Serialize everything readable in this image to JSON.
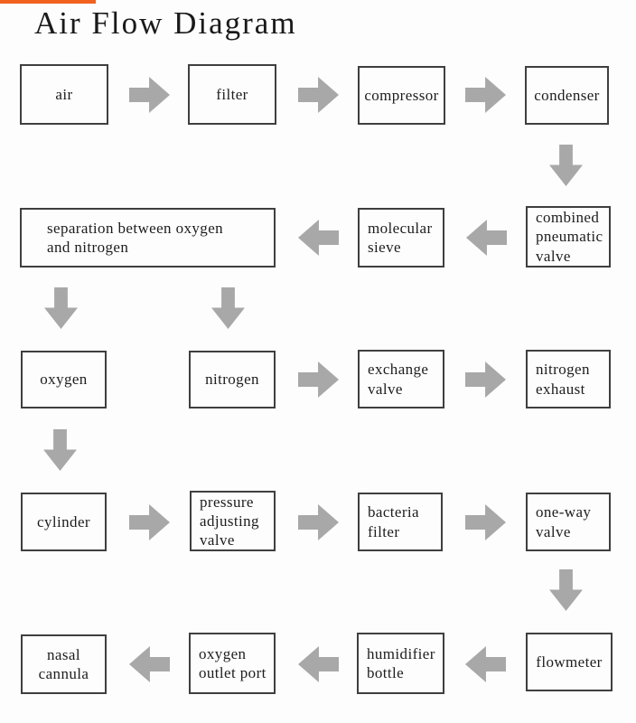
{
  "title": "Air Flow Diagram",
  "accent_bar_color": "#f2611d",
  "colors": {
    "arrow": "#a8a8a8",
    "box_border": "#3f3f3f",
    "text": "#1d1d1d",
    "background": "#fdfdfd"
  },
  "nodes": [
    {
      "id": "air",
      "label": "air"
    },
    {
      "id": "filter",
      "label": "filter"
    },
    {
      "id": "compressor",
      "label": "compressor"
    },
    {
      "id": "condenser",
      "label": "condenser"
    },
    {
      "id": "combined-pneumatic-valve",
      "label": "combined pneumatic valve"
    },
    {
      "id": "molecular-sieve",
      "label": "molecular sieve"
    },
    {
      "id": "separation",
      "label": "separation between oxygen and nitrogen"
    },
    {
      "id": "oxygen",
      "label": "oxygen"
    },
    {
      "id": "nitrogen",
      "label": "nitrogen"
    },
    {
      "id": "exchange-valve",
      "label": "exchange valve"
    },
    {
      "id": "nitrogen-exhaust",
      "label": "nitrogen exhaust"
    },
    {
      "id": "cylinder",
      "label": "cylinder"
    },
    {
      "id": "pressure-adjusting-valve",
      "label": "pressure adjusting valve"
    },
    {
      "id": "bacteria-filter",
      "label": "bacteria filter"
    },
    {
      "id": "one-way-valve",
      "label": "one-way valve"
    },
    {
      "id": "flowmeter",
      "label": "flowmeter"
    },
    {
      "id": "humidifier-bottle",
      "label": "humidifier bottle"
    },
    {
      "id": "oxygen-outlet-port",
      "label": "oxygen outlet port"
    },
    {
      "id": "nasal-cannula",
      "label": "nasal cannula"
    }
  ],
  "connections": [
    {
      "from": "air",
      "to": "filter",
      "direction": "right"
    },
    {
      "from": "filter",
      "to": "compressor",
      "direction": "right"
    },
    {
      "from": "compressor",
      "to": "condenser",
      "direction": "right"
    },
    {
      "from": "condenser",
      "to": "combined-pneumatic-valve",
      "direction": "down"
    },
    {
      "from": "combined-pneumatic-valve",
      "to": "molecular-sieve",
      "direction": "left"
    },
    {
      "from": "molecular-sieve",
      "to": "separation",
      "direction": "left"
    },
    {
      "from": "separation",
      "to": "oxygen",
      "direction": "down"
    },
    {
      "from": "separation",
      "to": "nitrogen",
      "direction": "down"
    },
    {
      "from": "nitrogen",
      "to": "exchange-valve",
      "direction": "right"
    },
    {
      "from": "exchange-valve",
      "to": "nitrogen-exhaust",
      "direction": "right"
    },
    {
      "from": "oxygen",
      "to": "cylinder",
      "direction": "down"
    },
    {
      "from": "cylinder",
      "to": "pressure-adjusting-valve",
      "direction": "right"
    },
    {
      "from": "pressure-adjusting-valve",
      "to": "bacteria-filter",
      "direction": "right"
    },
    {
      "from": "bacteria-filter",
      "to": "one-way-valve",
      "direction": "right"
    },
    {
      "from": "one-way-valve",
      "to": "flowmeter",
      "direction": "down"
    },
    {
      "from": "flowmeter",
      "to": "humidifier-bottle",
      "direction": "left"
    },
    {
      "from": "humidifier-bottle",
      "to": "oxygen-outlet-port",
      "direction": "left"
    },
    {
      "from": "oxygen-outlet-port",
      "to": "nasal-cannula",
      "direction": "left"
    }
  ]
}
